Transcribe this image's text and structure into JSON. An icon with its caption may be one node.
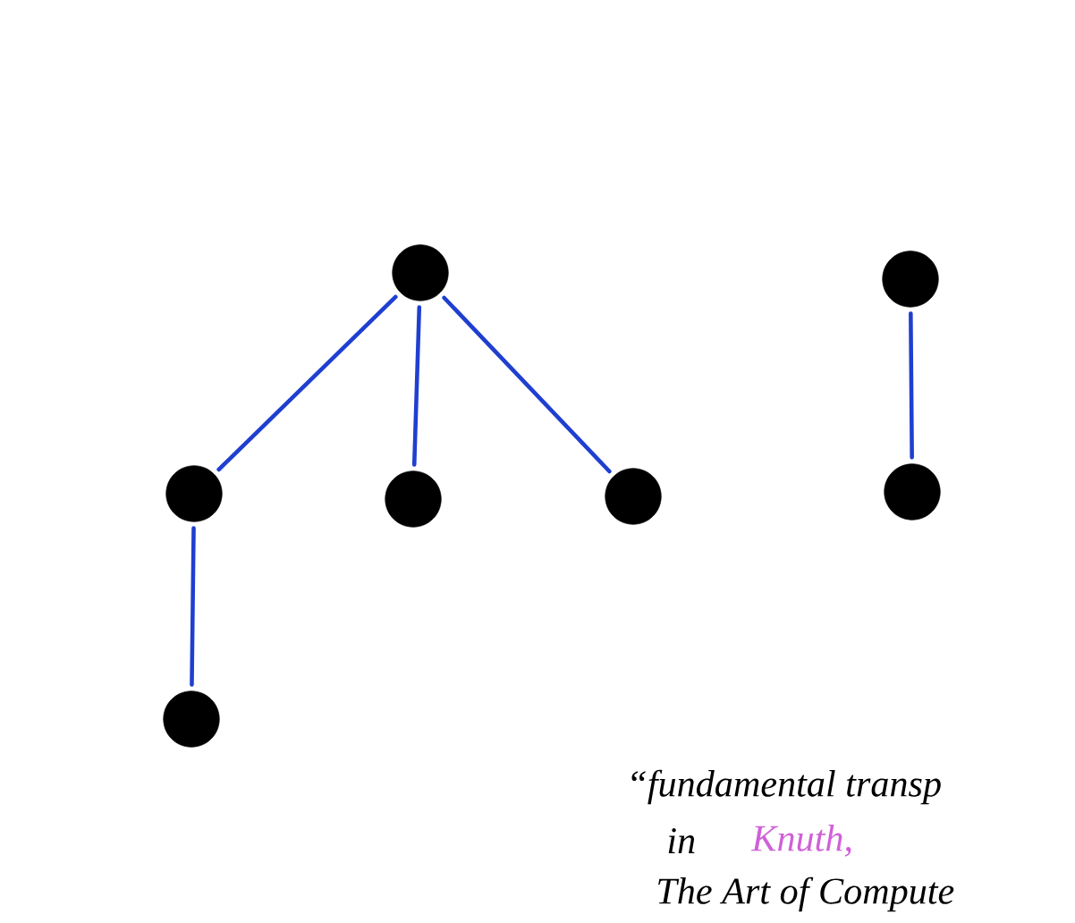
{
  "diagram": {
    "nodes": [
      {
        "text": [],
        "shape": "circle"
      },
      {
        "text": [],
        "shape": "circle"
      },
      {
        "text": [],
        "shape": "circle"
      },
      {
        "text": [],
        "shape": "circle"
      },
      {
        "text": [],
        "shape": "circle"
      },
      {
        "text": [],
        "shape": "circle"
      },
      {
        "text": [],
        "shape": "circle"
      }
    ],
    "edges": [
      {
        "from": 0,
        "to": 2,
        "arrow": "none"
      },
      {
        "from": 0,
        "to": 3,
        "arrow": "none"
      },
      {
        "from": 0,
        "to": 4,
        "arrow": "none"
      },
      {
        "from": 1,
        "to": 5,
        "arrow": "none"
      },
      {
        "from": 2,
        "to": 6,
        "arrow": "none"
      }
    ],
    "labels": [
      "“fundamental transp",
      "in",
      "Knuth,",
      "The Art of Compute"
    ]
  }
}
